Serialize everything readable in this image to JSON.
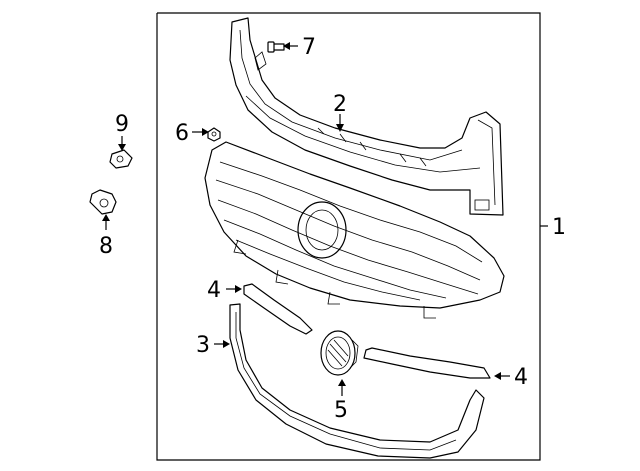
{
  "diagram": {
    "callouts": {
      "c1": "1",
      "c2": "2",
      "c3": "3",
      "c4a": "4",
      "c4b": "4",
      "c5": "5",
      "c6": "6",
      "c7": "7",
      "c8": "8",
      "c9": "9"
    },
    "parts": [
      "grille-assembly",
      "upper-bracket",
      "lower-molding",
      "upper-molding-left",
      "upper-molding-right",
      "emblem",
      "nut",
      "screw",
      "sensor-bracket",
      "sensor"
    ]
  }
}
